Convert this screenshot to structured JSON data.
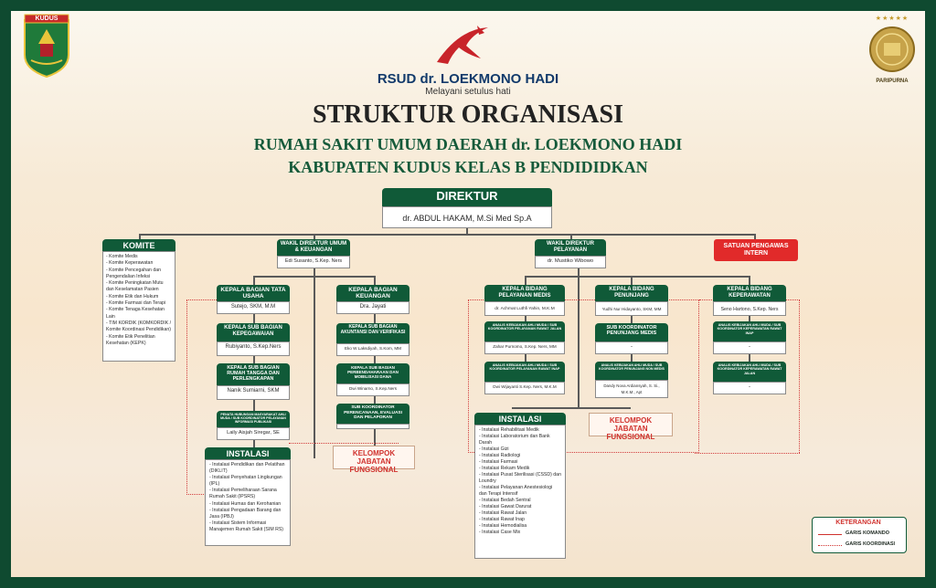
{
  "header": {
    "logo_left_text": "KUDUS",
    "hospital_name": "RSUD dr. LOEKMONO HADI",
    "tagline": "Melayani setulus hati",
    "badge_right_text": "PARIPURNA",
    "title": "STRUKTUR ORGANISASI",
    "subtitle_1": "RUMAH SAKIT UMUM DAERAH dr. LOEKMONO HADI",
    "subtitle_2": "KABUPATEN KUDUS KELAS B PENDIDIDKAN"
  },
  "direktur": {
    "title": "DIREKTUR",
    "name": "dr. ABDUL HAKAM, M.Si Med Sp.A"
  },
  "komite": {
    "title": "KOMITE",
    "items": [
      "- Komite Medis",
      "- Komite Keperawatan",
      "- Komite Pencegahan dan Pengendalian Infeksi",
      "- Komite Peningkatan Mutu dan Keselamatan Pasien",
      "- Komite Etik dan Hukum",
      "- Komite Farmasi dan Terapi",
      "- Komite Tenaga Kesehatan Lain",
      "- TIM KORDIK (KOMKORDIK / Komite Koordinasi Pendidikan)",
      "- Komite Etik Penelitian Kesehatan (KEPK)"
    ]
  },
  "wadir_umum": {
    "title": "WAKIL DIREKTUR UMUM & KEUANGAN",
    "name": "Edi Susanto, S.Kep. Ners"
  },
  "wadir_pelayanan": {
    "title": "WAKIL DIREKTUR PELAYANAN",
    "name": "dr. Mustiko Wibowo"
  },
  "spi": {
    "title": "SATUAN PENGAWAS INTERN"
  },
  "tata_usaha": {
    "title": "KEPALA BAGIAN TATA USAHA",
    "name": "Sutejo, SKM, M.M"
  },
  "kepegawaian": {
    "title": "KEPALA SUB BAGIAN KEPEGAWAIAN",
    "name": "Rubiyanto, S.Kep.Ners"
  },
  "rumah_tangga": {
    "title": "KEPALA SUB BAGIAN RUMAH TANGGA DAN PERLENGKAPAN",
    "name": "Nanik Sumiarni, SKM"
  },
  "humas": {
    "title": "PENATA HUBUNGAN MASYARAKAT AHLI MUDA / SUB KOORDINATOR PELAYANAN INFORMASI PUBLIKASI",
    "name": "Laily Aisjah Siregar, SE"
  },
  "keuangan": {
    "title": "KEPALA BAGIAN KEUANGAN",
    "name": "Dra. Jayati"
  },
  "akuntansi": {
    "title": "KEPALA SUB BAGIAN AKUNTANSI DAN VERIFIKASI",
    "name": "Eko W Laksdiyah, S.Kom, MM"
  },
  "perbendaharaan": {
    "title": "KEPALA SUB BAGIAN PERBENDAHARAAN DAN MOBILISASI DANA",
    "name": "Dwi Winarno, S.Kep.Ners"
  },
  "perencanaan": {
    "title": "SUB KOORDINATOR PERENCANAAN, EVALUASI DAN PELAPORAN"
  },
  "fungsional_umum": {
    "title": "KELOMPOK JABATAN FUNGSIONAL"
  },
  "instalasi_umum": {
    "title": "INSTALASI",
    "items": [
      "- Instalasi Pendidikan dan Pelatihan (DIKLIT)",
      "- Instalasi Penyehatan Lingkungan (IPL)",
      "- Instalasi Pemeliharaan Sarana Rumah Sakit (IPSRS)",
      "- Instalasi Humas dan Kerohanian",
      "- Instalasi Pengadaan Barang dan Jasa (IPBJ)",
      "- Instalasi Sistem Informasi Manajemen Rumah Sakit (SIM RS)"
    ]
  },
  "bid_medis": {
    "title": "KEPALA BIDANG PELAYANAN MEDIS",
    "name": "dr. Achmat Luthfi Yahin, M.K.M"
  },
  "analis_jalan": {
    "title": "ANALIS KEBIJAKAN AHLI MUDA / SUB KOORDINATOR PELAYANAN RAWAT JALAN",
    "name": "Zahar Purnomo, S.Kep. Ners, MM"
  },
  "analis_inap": {
    "title": "ANALIS KEBIJAKAN AHLI MUDA / SUB KOORDINATOR PELAYANAN RAWAT INAP",
    "name": "Dwi Wijayanti S.Kep. Ners, M.K.M"
  },
  "bid_penunjang": {
    "title": "KEPALA BIDANG PENUNJANG",
    "name": "Yudhi Nur Hidayanto, SKM, MM"
  },
  "penunjang_medis": {
    "title": "SUB KOORDINATOR PENUNJANG MEDIS",
    "name": "-"
  },
  "penunjang_non_medis": {
    "title": "ANALIS KEBIJAKAN AHLI MUDA / SUB KOORDINATOR PENUNJANG NON MEDIS",
    "name": "Dandy Nova Ardiansyah, S. Si., M.K.M., Apt"
  },
  "bid_keperawatan": {
    "title": "KEPALA BIDANG KEPERAWATAN",
    "name": "Seno Hartono, S.Kep. Ners"
  },
  "kep_inap": {
    "title": "ANALIS KEBIJAKAN AHLI MUDA / SUB KOORDINATOR KEPERAWATAN RAWAT INAP",
    "name": "-"
  },
  "kep_jalan": {
    "title": "ANALIS KEBIJAKAN AHLI MUDA / SUB KOORDINATOR KEPERAWATAN RAWAT JALAN",
    "name": "-"
  },
  "fungsional_pelayanan": {
    "title": "KELOMPOK JABATAN FUNGSIONAL"
  },
  "instalasi_pelayanan": {
    "title": "INSTALASI",
    "items": [
      "- Instalasi Rehabilitasi Medik",
      "- Instalasi Laboratorium dan Bank Darah",
      "- Instalasi Gizi",
      "- Instalasi Radiologi",
      "- Instalasi Farmasi",
      "- Instalasi Rekam Medik",
      "- Instalasi Pusat Sterilisasi (CSSD) dan Loundry",
      "- Instalasi Pelayanan Anestesiologi dan Terapi Intensif",
      "- Instalasi Bedah Sentral",
      "- Instalasi Gawat Darurat",
      "- Instalasi Rawat Jalan",
      "- Instalasi Rawat Inap",
      "- Instalasi Hemodialisa",
      "- Instalasi Case Mix"
    ]
  },
  "legend": {
    "title": "KETERANGAN",
    "komando": "GARIS KOMANDO",
    "koordinasi": "GARIS KOORDINASI"
  },
  "colors": {
    "green": "#105a38",
    "red": "#d23c3c",
    "frame": "#0f4a30"
  }
}
